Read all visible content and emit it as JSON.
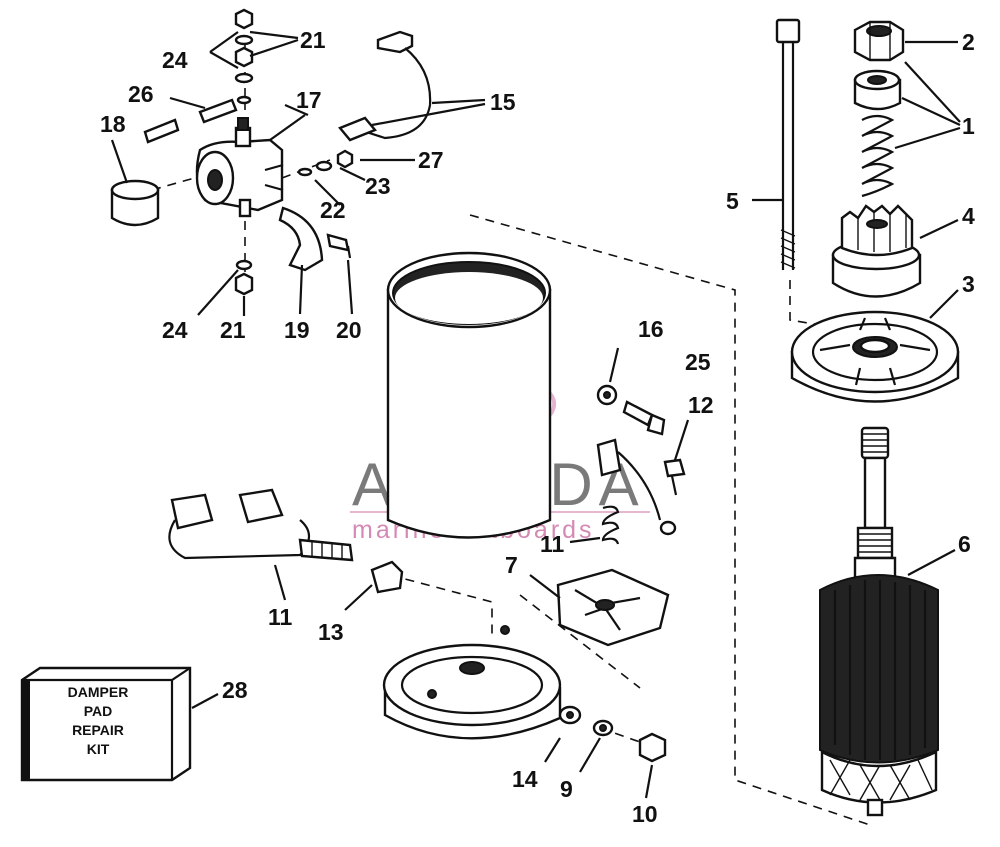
{
  "diagram": {
    "callouts": {
      "c1": "1",
      "c2": "2",
      "c3": "3",
      "c4": "4",
      "c5": "5",
      "c6": "6",
      "c7": "7",
      "c9": "9",
      "c10": "10",
      "c11a": "11",
      "c11b": "11",
      "c12": "12",
      "c13": "13",
      "c14": "14",
      "c15": "15",
      "c16": "16",
      "c17": "17",
      "c18": "18",
      "c19": "19",
      "c20": "20",
      "c21a": "21",
      "c21b": "21",
      "c22": "22",
      "c23": "23",
      "c24a": "24",
      "c24b": "24",
      "c25": "25",
      "c26": "26",
      "c27": "27",
      "c28": "28"
    },
    "kit_box": {
      "line1": "DAMPER",
      "line2": "PAD",
      "line3": "REPAIR",
      "line4": "KIT"
    }
  },
  "watermark": {
    "brand": "ARMADA",
    "tagline": "marine outboards",
    "logo_color": "#e0a6c8"
  }
}
